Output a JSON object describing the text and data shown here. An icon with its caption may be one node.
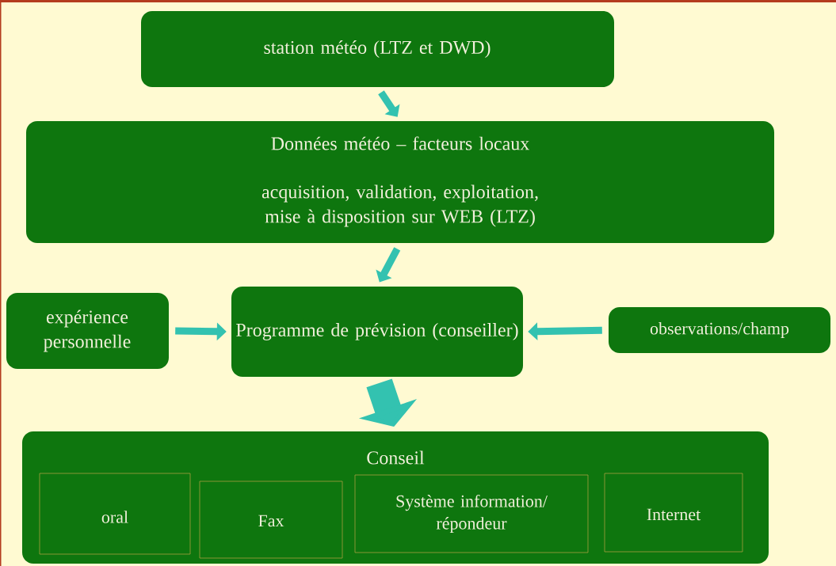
{
  "diagram": {
    "nodes": [
      {
        "text": [
          "station météo (LTZ et DWD)"
        ]
      },
      {
        "text": [
          "Données météo – facteurs locaux",
          "acquisition, validation, exploitation, mise à disposition sur WEB  (LTZ)"
        ]
      },
      {
        "text": [
          "expérience personnelle"
        ]
      },
      {
        "text": [
          "Programme de prévision (conseiller)"
        ]
      },
      {
        "text": [
          "observations/champ"
        ]
      },
      {
        "text": [
          "Conseil"
        ]
      },
      {
        "text": [
          "oral"
        ],
        "in": 5
      },
      {
        "text": [
          "Fax"
        ],
        "in": 5
      },
      {
        "text": [
          "Système information/ répondeur"
        ],
        "in": 5
      },
      {
        "text": [
          "Internet"
        ],
        "in": 5
      }
    ],
    "edges": [
      {
        "from": 0,
        "to": 1,
        "arrow": "to"
      },
      {
        "from": 1,
        "to": 3,
        "arrow": "to"
      },
      {
        "from": 2,
        "to": 3,
        "arrow": "to"
      },
      {
        "from": 4,
        "to": 3,
        "arrow": "to"
      },
      {
        "from": 3,
        "to": 5,
        "arrow": "to",
        "style": "thick"
      }
    ]
  }
}
